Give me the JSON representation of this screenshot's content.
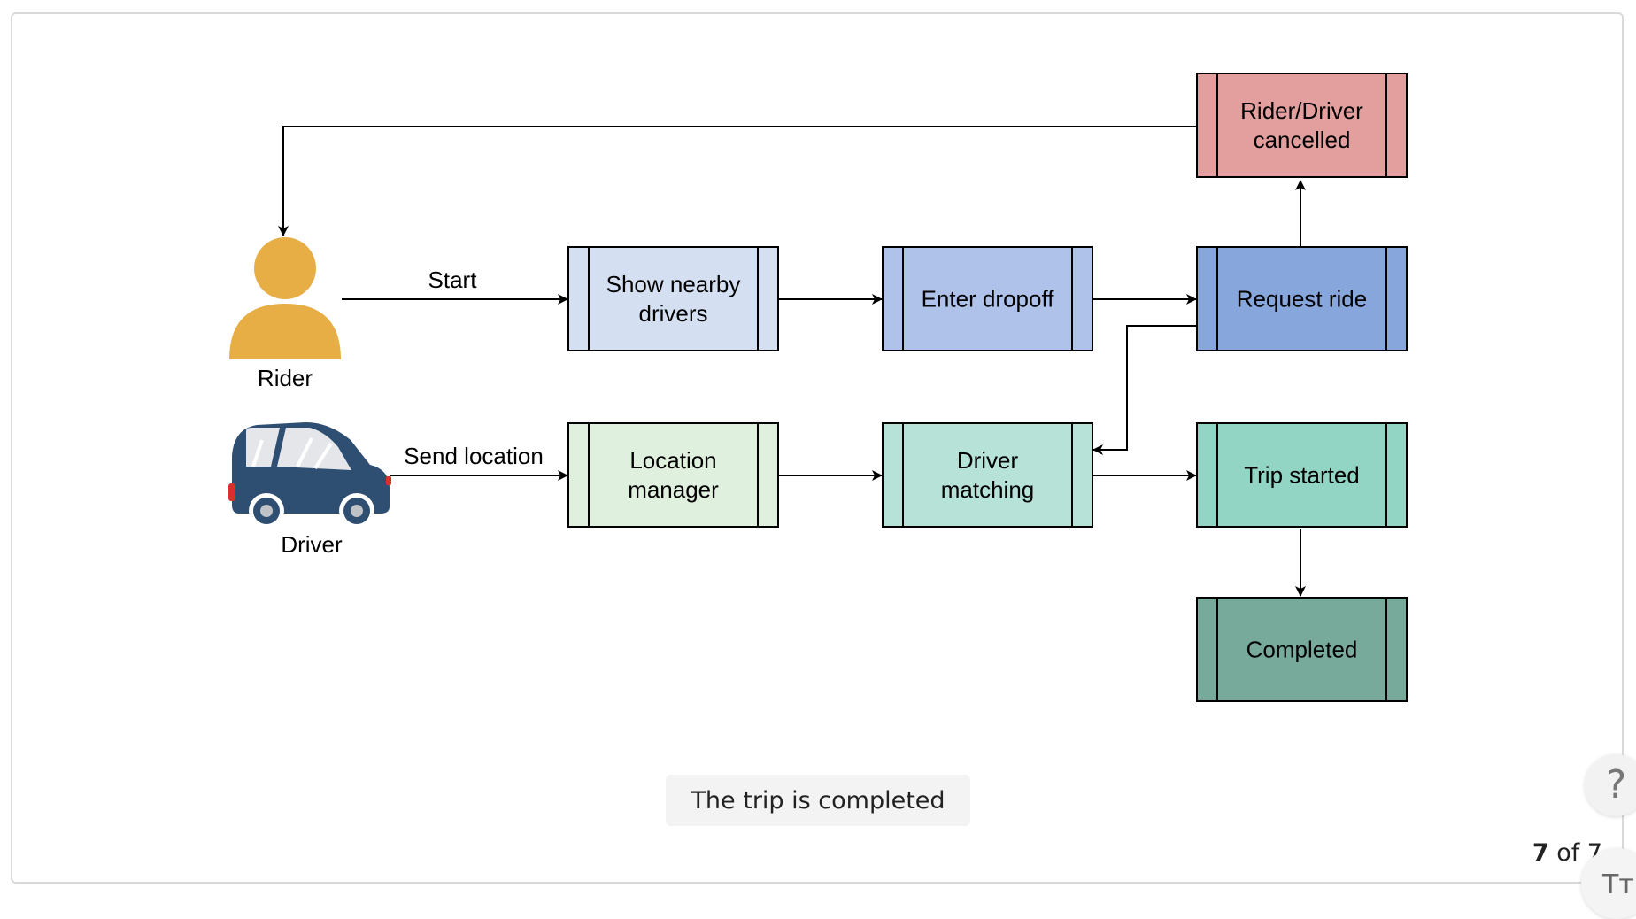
{
  "diagram": {
    "nodes": {
      "show_nearby": {
        "lines": [
          "Show nearby",
          "drivers"
        ],
        "fill": "#d4e0f2"
      },
      "enter_dropoff": {
        "lines": [
          "Enter dropoff"
        ],
        "fill": "#aec2ea"
      },
      "request_ride": {
        "lines": [
          "Request ride"
        ],
        "fill": "#86a6dc"
      },
      "cancelled": {
        "lines": [
          "Rider/Driver",
          "cancelled"
        ],
        "fill": "#e39e9e"
      },
      "location_manager": {
        "lines": [
          "Location",
          "manager"
        ],
        "fill": "#e0f0de"
      },
      "driver_matching": {
        "lines": [
          "Driver",
          "matching"
        ],
        "fill": "#b6e2d8"
      },
      "trip_started": {
        "lines": [
          "Trip started"
        ],
        "fill": "#93d5c5"
      },
      "completed": {
        "lines": [
          "Completed"
        ],
        "fill": "#78aa9c"
      }
    },
    "actors": {
      "rider": {
        "label": "Rider",
        "color": "#e8ae46"
      },
      "driver": {
        "label": "Driver",
        "color": "#2e4e72"
      }
    },
    "edges": {
      "start": "Start",
      "send_location": "Send location"
    }
  },
  "caption": "The trip is completed",
  "pager": {
    "current": "7",
    "suffix": "of 7"
  },
  "controls": {
    "help_glyph": "?",
    "font_glyph": "Tт"
  }
}
